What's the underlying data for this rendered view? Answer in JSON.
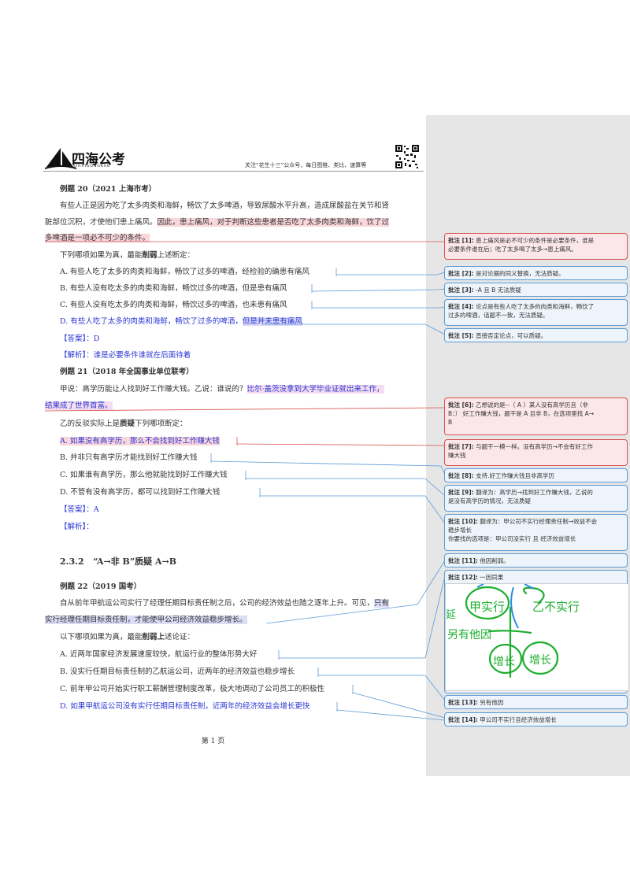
{
  "header": {
    "logo_text": "四海公考",
    "logo_subtext": "SIHAIGONGKAO",
    "note": "关注“花生十三”公众号，每日图推、类比、速算等"
  },
  "ex20": {
    "title": "例题 20（2021 上海市考）",
    "p1": "有些人正是因为吃了太多肉类和海鲜，畅饮了太多啤酒，导致尿酸水平升高，造成尿酸盐在关节和肾",
    "p2a": "脏部位沉积，才使他们患上痛风。",
    "p2b": "因此，患上痛风，对于判断这些患者是否吃了太多肉类和海鲜，饮了过",
    "p3": "多啤酒是一项必不可少的条件。",
    "q": "下列哪项如果为真，最能",
    "q_bold": "削弱",
    "q_end": "上述断定：",
    "A": "A. 有些人吃了太多的肉类和海鲜，畅饮了过多的啤酒，经检验的确患有痛风",
    "B": "B. 有些人没有吃太多的肉类和海鲜，畅饮过多的啤酒，但是患有痛风",
    "C": "C. 有些人没有吃太多的肉类和海鲜，畅饮过多的啤酒，也未患有痛风",
    "Da": "D. 有些人吃了太多的肉类和海鲜，畅饮了过多的啤酒，",
    "Db": "但是并未患有痛风",
    "answer": "【答案】：D",
    "analysis": "【解析】：谁是必要条件谁就在后面待着"
  },
  "ex21": {
    "title": "例题 21（2018 年全国事业单位联考）",
    "p1a": "甲说：高学历能让人找到好工作赚大钱。乙说：谁说的？",
    "p1b": "比尔·盖茨没拿到大学毕业证就出来工作，",
    "p2": "结果成了世界首富。",
    "q": "乙的反驳实际上是",
    "q_bold": "质疑",
    "q_end": "下列哪项断定：",
    "A": "A. 如果没有高学历，那么不会找到好工作赚大钱",
    "B": "B. 并非只有高学历才能找到好工作赚大钱",
    "C": "C. 如果谁有高学历，那么他就能找到好工作赚大钱",
    "D": "D. 不管有没有高学历，都可以找到好工作赚大钱",
    "answer": "【答案】：A",
    "analysis": "【解析】："
  },
  "section": {
    "num": "2.3.2",
    "title": "“A→非 B”质疑 A→B"
  },
  "ex22": {
    "title": "例题 22（2019 国考）",
    "p1a": "自从前年甲航运公司实行了经理任期目标责任制之后，公司的经济效益也随之逐年上升。可见，",
    "p1b": "只有",
    "p2": "实行经理任期目标责任制，才能使甲公司经济效益稳步增长。",
    "q": "以下哪项如果为真，最能",
    "q_bold": "削弱上",
    "q_end": "述论证：",
    "A": "A. 近两年国家经济发展速度较快，航运行业的整体形势大好",
    "B": "B. 没实行任期目标责任制的乙航运公司，近两年的经济效益也稳步增长",
    "C": "C. 前年甲公司开始实行职工薪酬管理制度改革，极大地调动了公司员工的积极性",
    "D": "D. 如果甲航运公司没有实行任期目标责任制，近两年的经济效益会增长更快"
  },
  "page_number": "第 1 页",
  "comments": {
    "c1_label": "批注 [1]:",
    "c1_l1": " 患上痛风是必不可少的条件是必要条件，谁是",
    "c1_l2": "必要条件谁在后；吃了太多喝了太多→患上痛风。",
    "c2_label": "批注 [2]:",
    "c2_text": " 是对论据的同义替换，无法质疑。",
    "c3_label": "批注 [3]:",
    "c3_text": " -A 且 B 无法质疑",
    "c4_label": "批注 [4]:",
    "c4_l1": " 论点是有些人吃了太多的肉类和海鲜，畅饮了",
    "c4_l2": "过多的啤酒，话题不一致，无法质疑。",
    "c5_label": "批注 [5]:",
    "c5_text": " 直接否定论点，可以质疑。",
    "c6_label": "批注 [6]:",
    "c6_l1": " 乙想说的是--（  A ）某人没有高学历且（非",
    "c6_l2": "B：）  好工作赚大钱，题干是 A 且非 B，在选项里找 A→",
    "c6_l3": "B",
    "c7_label": "批注 [7]:",
    "c7_l1": " 与题干一模一样。没有高学历→不会有好工作",
    "c7_l2": "赚大钱",
    "c8_label": "批注 [8]:",
    "c8_text": " 支持.好工作赚大钱且非高学历",
    "c9_label": "批注 [9]:",
    "c9_l1": " 翻译为：高学历→找到好工作赚大钱，乙说的",
    "c9_l2": "是没有高学历的情况，无法质疑",
    "c10_label": "批注 [10]:",
    "c10_l1": " 翻译为：甲公司不实行经理责任制→效益不会",
    "c10_l2": "稳步增长",
    "c10_l3": "你要找的选项是：甲公司没实行  且  经济效益增长",
    "c11_label": "批注 [11]:",
    "c11_text": " 他因削弱。",
    "c12_label": "批注 [12]:",
    "c12_text": " 一因同果",
    "c13_label": "批注 [13]:",
    "c13_text": " 另有他因",
    "c14_label": "批注 [14]:",
    "c14_text": " 甲公司不实行且经济效益增长"
  },
  "sketch": {
    "w1": "甲实行",
    "w2": "乙不实行",
    "w3": "另有他因",
    "w4": "增长",
    "w5": "增长",
    "w6": "延"
  },
  "colors": {
    "blue_text": "#2a35d4",
    "highlight_red": "#f8d6db",
    "highlight_blue": "#dcdcf7",
    "comment_blue_border": "#5b9bd5",
    "comment_red_border": "#d9534f",
    "sketch_ink": "#1cae2e",
    "sketch_blue": "#2a8ce0"
  }
}
